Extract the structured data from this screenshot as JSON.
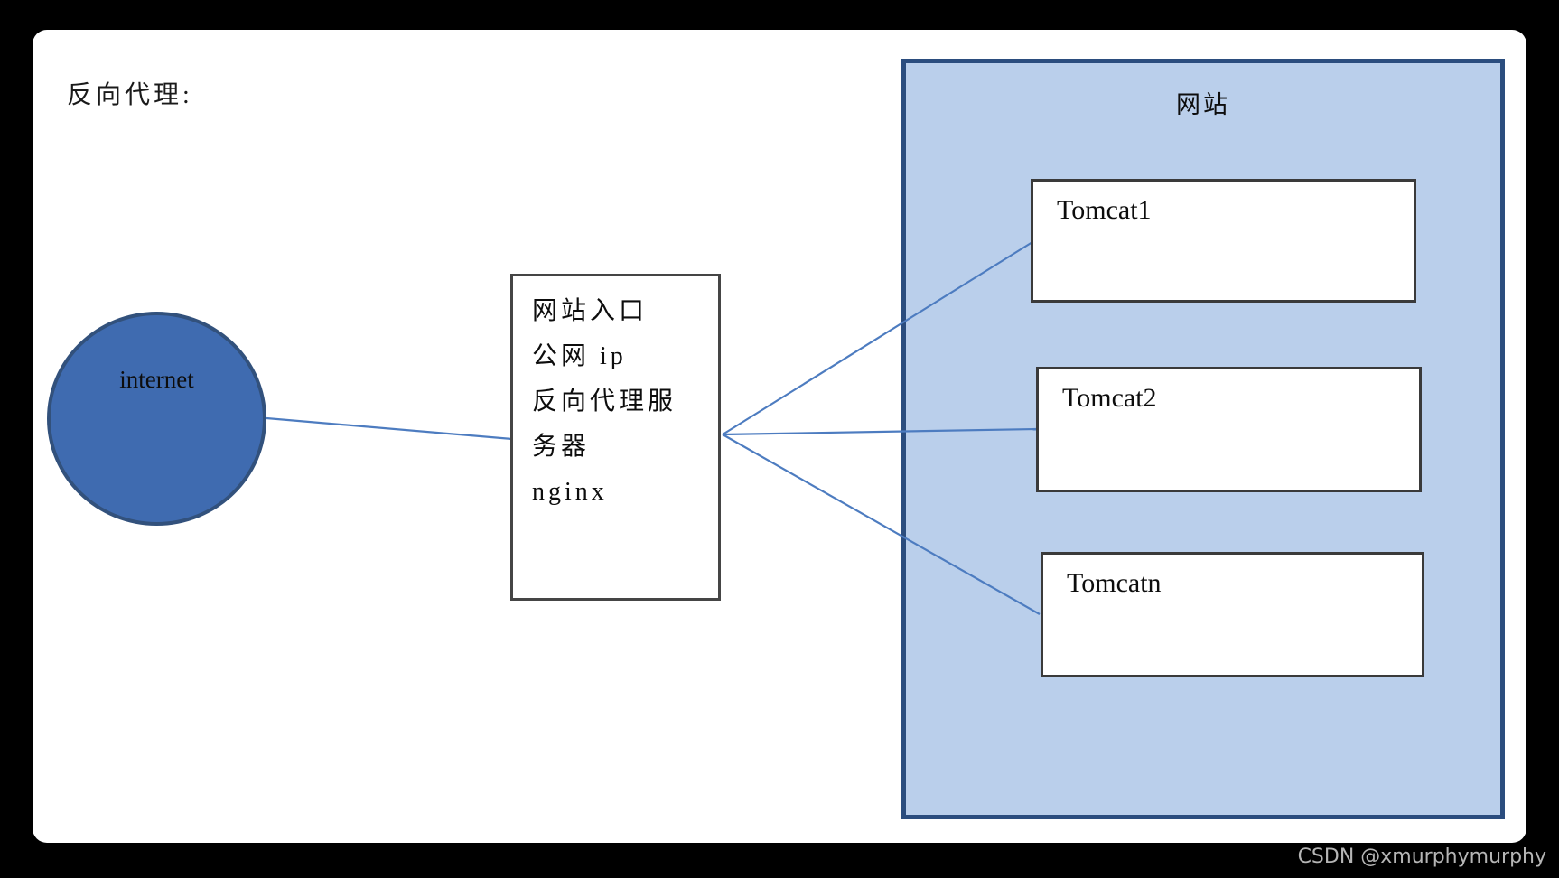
{
  "diagram": {
    "title": "反向代理:",
    "internet": {
      "label": "internet"
    },
    "proxy": {
      "lines": [
        "网站入口",
        "公网 ip",
        "反向代理服",
        "务器",
        "nginx"
      ]
    },
    "website": {
      "label": "网站",
      "servers": [
        {
          "label": "Tomcat1"
        },
        {
          "label": "Tomcat2"
        },
        {
          "label": "Tomcatn"
        }
      ]
    },
    "colors": {
      "page_bg": "#000000",
      "canvas_bg": "#ffffff",
      "panel_fill": "#bacfeb",
      "panel_border": "#2b4d7e",
      "ellipse_fill": "#3f6bb0",
      "ellipse_border": "#32517c",
      "connector": "#4d7cc0",
      "box_border": "#454545",
      "watermark_text": "#b5b5b5"
    }
  },
  "watermark": {
    "text": "CSDN @xmurphymurphy"
  }
}
